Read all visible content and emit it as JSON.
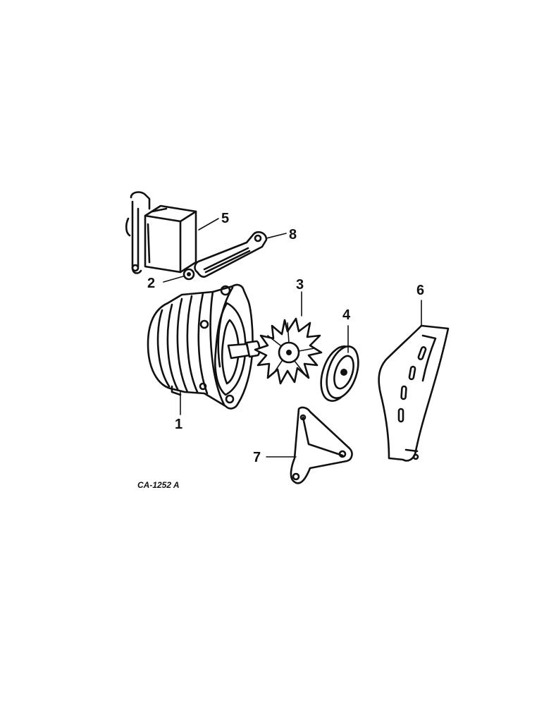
{
  "diagram": {
    "callouts": [
      {
        "id": "1",
        "label": "1",
        "part": "alternator"
      },
      {
        "id": "2",
        "label": "2",
        "part": "washer"
      },
      {
        "id": "3",
        "label": "3",
        "part": "fan"
      },
      {
        "id": "4",
        "label": "4",
        "part": "pulley"
      },
      {
        "id": "5",
        "label": "5",
        "part": "voltage-regulator"
      },
      {
        "id": "6",
        "label": "6",
        "part": "belt-guard"
      },
      {
        "id": "7",
        "label": "7",
        "part": "mounting-bracket"
      },
      {
        "id": "8",
        "label": "8",
        "part": "adjusting-strap"
      }
    ],
    "drawing_code": "CA-1252 A"
  }
}
